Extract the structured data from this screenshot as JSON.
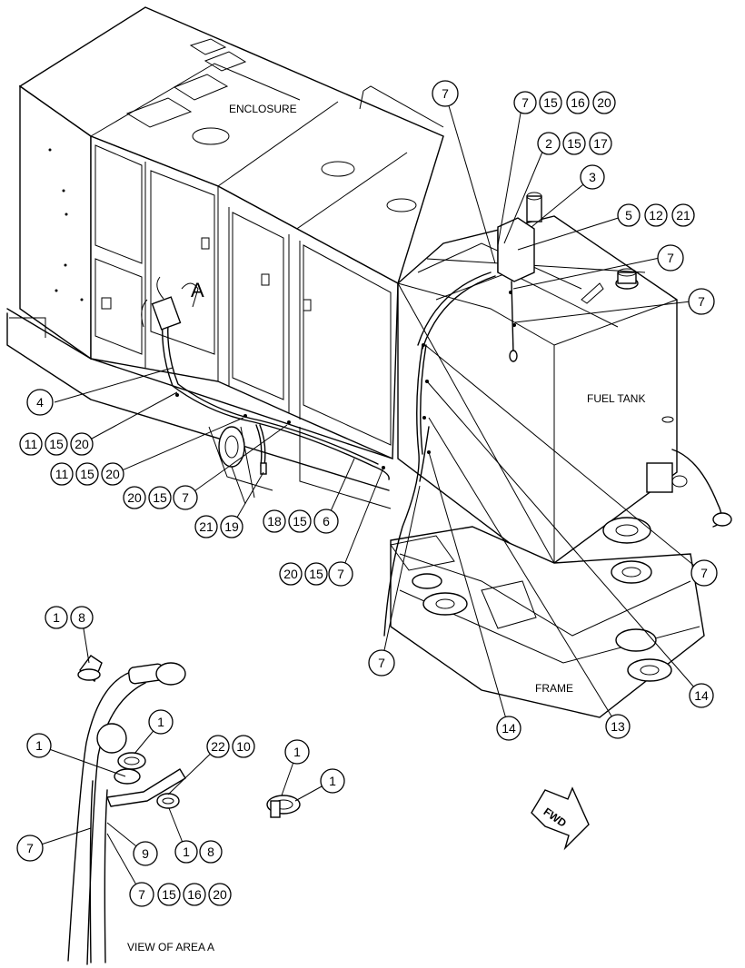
{
  "labels": {
    "enclosure": "ENCLOSURE",
    "fuel_tank": "FUEL TANK",
    "frame": "FRAME",
    "area": "A",
    "fwd": "FWD",
    "view": "VIEW OF AREA  A"
  },
  "callouts": {
    "c7a": "7",
    "c7b": "7",
    "c15a": "15",
    "c16a": "16",
    "c20a": "20",
    "c2": "2",
    "c15b": "15",
    "c17": "17",
    "c3": "3",
    "c5": "5",
    "c12": "12",
    "c21a": "21",
    "c7c": "7",
    "c7d": "7",
    "c4": "4",
    "c11a": "11",
    "c15c": "15",
    "c20b": "20",
    "c11b": "11",
    "c15d": "15",
    "c20c": "20",
    "c20d": "20",
    "c15e": "15",
    "c7e": "7",
    "c21b": "21",
    "c19": "19",
    "c18": "18",
    "c15f": "15",
    "c6": "6",
    "c20e": "20",
    "c15g": "15",
    "c7f": "7",
    "c7g": "7",
    "c7h": "7",
    "c14a": "14",
    "c14b": "14",
    "c13": "13",
    "c1a": "1",
    "c8a": "8",
    "c1b": "1",
    "c1c": "1",
    "c22": "22",
    "c10": "10",
    "c1d": "1",
    "c1e": "1",
    "c7i": "7",
    "c9": "9",
    "c1f": "1",
    "c8b": "8",
    "c7j": "7",
    "c15h": "15",
    "c16b": "16",
    "c20f": "20"
  }
}
